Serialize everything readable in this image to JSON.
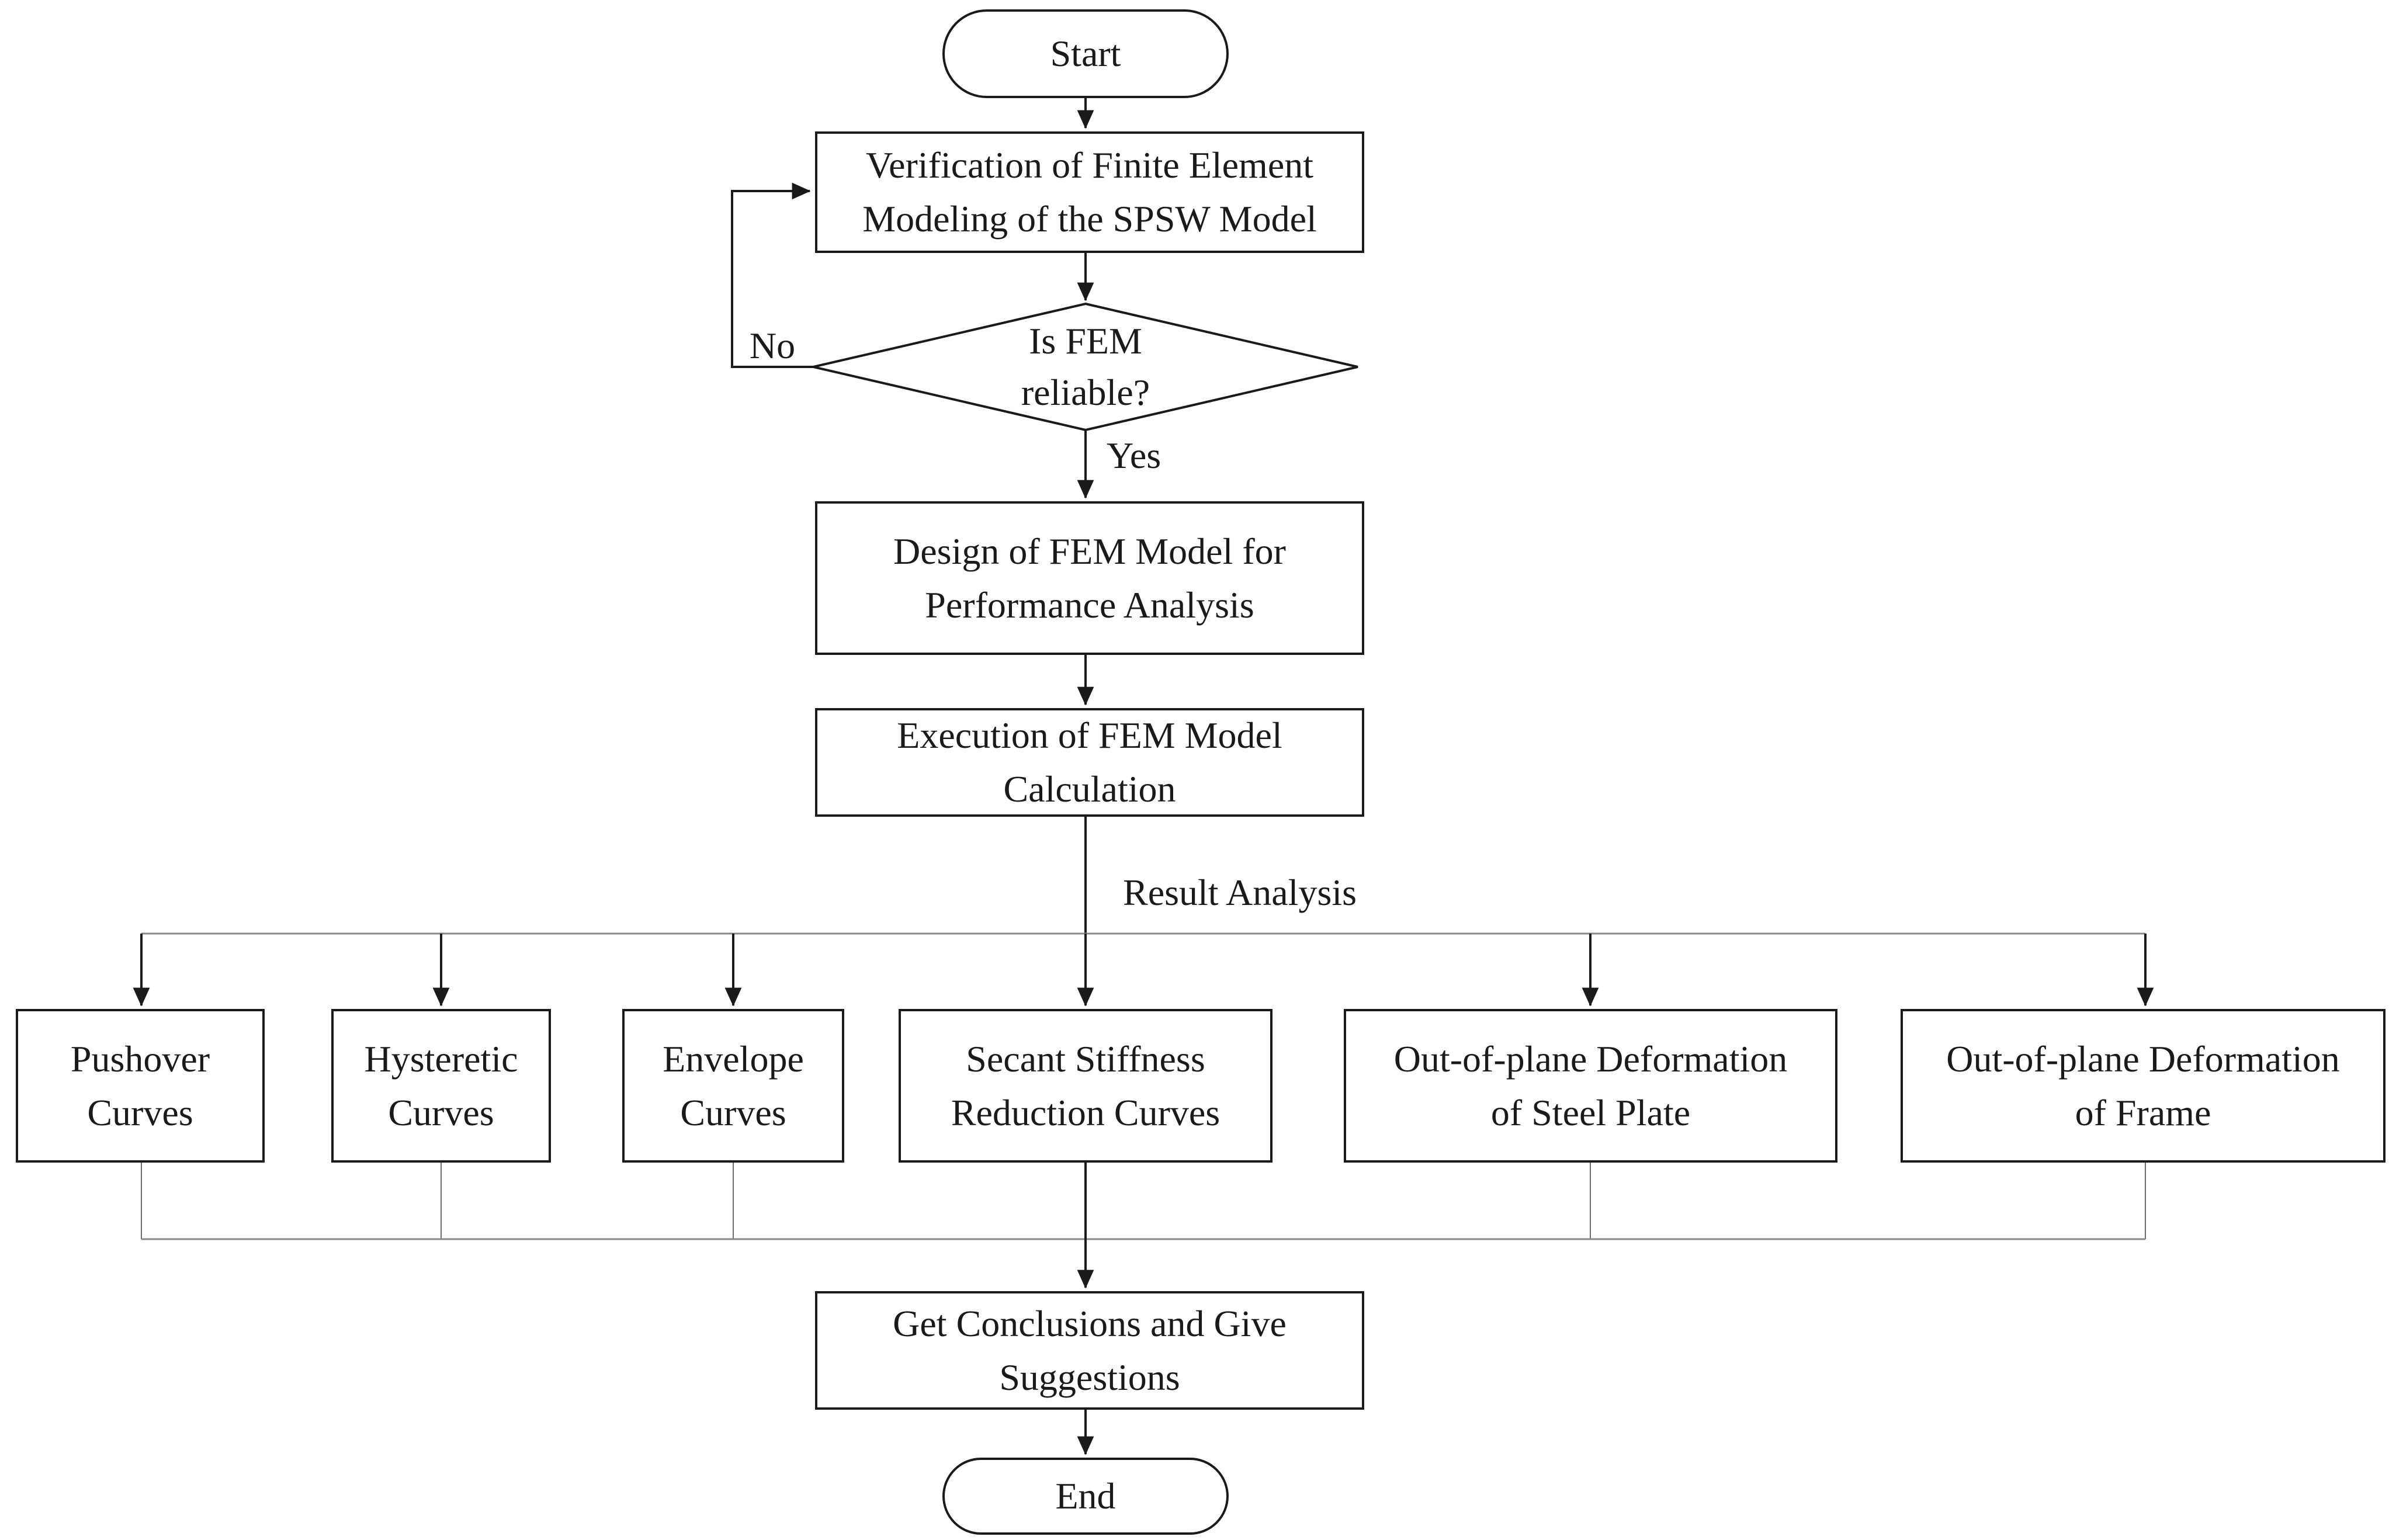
{
  "flowchart": {
    "nodes": {
      "start": {
        "label": "Start"
      },
      "verification": {
        "line1": "Verification of Finite Element",
        "line2": "Modeling of the SPSW Model"
      },
      "decision": {
        "line1": "Is FEM",
        "line2": "reliable?"
      },
      "design": {
        "line1": "Design of FEM Model for",
        "line2": "Performance Analysis"
      },
      "execution": {
        "line1": "Execution of FEM Model",
        "line2": "Calculation"
      },
      "pushover": {
        "line1": "Pushover",
        "line2": "Curves"
      },
      "hysteretic": {
        "line1": "Hysteretic",
        "line2": "Curves"
      },
      "envelope": {
        "line1": "Envelope",
        "line2": "Curves"
      },
      "secant": {
        "line1": "Secant Stiffness",
        "line2": "Reduction Curves"
      },
      "steel_plate": {
        "line1": "Out-of-plane Deformation",
        "line2": "of Steel Plate"
      },
      "frame": {
        "line1": "Out-of-plane Deformation",
        "line2": "of Frame"
      },
      "conclusions": {
        "line1": "Get Conclusions and Give",
        "line2": "Suggestions"
      },
      "end": {
        "label": "End"
      }
    },
    "edge_labels": {
      "no": "No",
      "yes": "Yes",
      "result_analysis": "Result Analysis"
    },
    "colors": {
      "line": "#1a1a1a",
      "collector_line": "#878787",
      "background": "#ffffff",
      "node_fill": "#ffffff"
    }
  }
}
